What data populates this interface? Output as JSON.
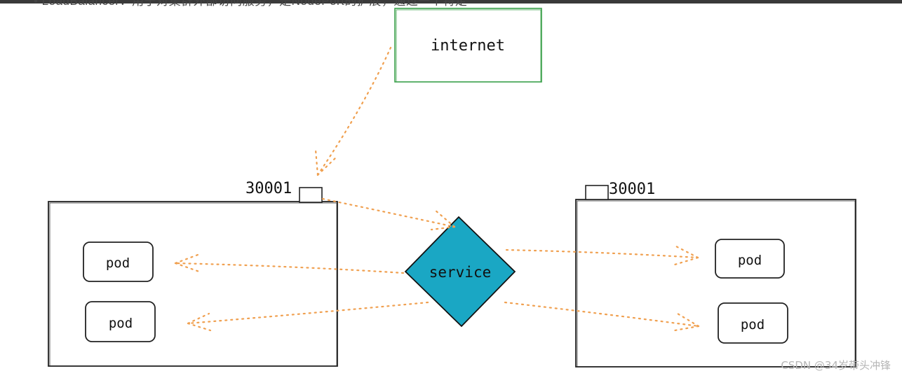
{
  "top_text": "• LoadBalancer：用于对集群外部访问服务，是NodePort的扩展，通过一个特定",
  "internet_label": "internet",
  "service_label": "service",
  "port_left": "30001",
  "port_right": "30001",
  "pod_label": "pod",
  "watermark": "CSDN @34岁带头冲锋",
  "colors": {
    "internet_border": "#3aa04a",
    "service_fill": "#1aa7c4",
    "arrow": "#f0a050",
    "stroke": "#111111"
  }
}
